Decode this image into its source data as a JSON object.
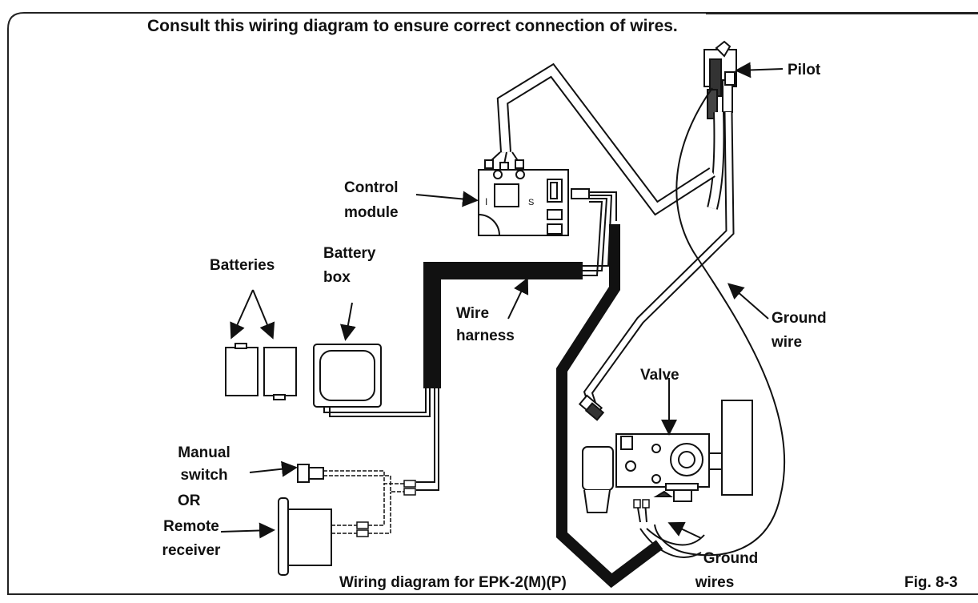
{
  "heading": "Consult this wiring diagram to ensure correct connection of wires.",
  "labels": {
    "pilot": "Pilot",
    "control_module": [
      "Control",
      "module"
    ],
    "batteries": "Batteries",
    "battery_box": [
      "Battery",
      "box"
    ],
    "wire_harness": [
      "Wire",
      "harness"
    ],
    "ground_wire": [
      "Ground",
      "wire"
    ],
    "valve": "Valve",
    "manual_switch": [
      "Manual",
      "switch"
    ],
    "or": "OR",
    "remote_receiver": [
      "Remote",
      "receiver"
    ],
    "ground_wires": [
      "Ground",
      "wires"
    ]
  },
  "module_marks": {
    "left": "I",
    "right": "S"
  },
  "caption": "Wiring diagram for EPK-2(M)(P)",
  "figure": "Fig. 8-3"
}
